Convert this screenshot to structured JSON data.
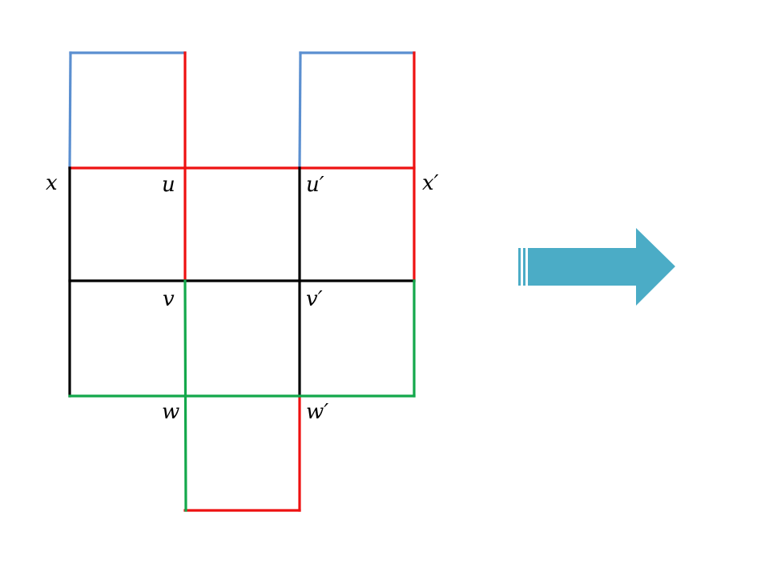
{
  "colors": {
    "blue": "#5B8FD0",
    "red": "#EE1111",
    "black": "#000000",
    "green": "#13A84B",
    "arrow": "#4BACC6"
  },
  "labels": {
    "x": "x",
    "u": "u",
    "u_prime": "u′",
    "x_prime": "x′",
    "v": "v",
    "v_prime": "v′",
    "w": "w",
    "w_prime": "w′"
  },
  "arrow": {
    "icon": "right-arrow-icon",
    "direction": "right"
  }
}
